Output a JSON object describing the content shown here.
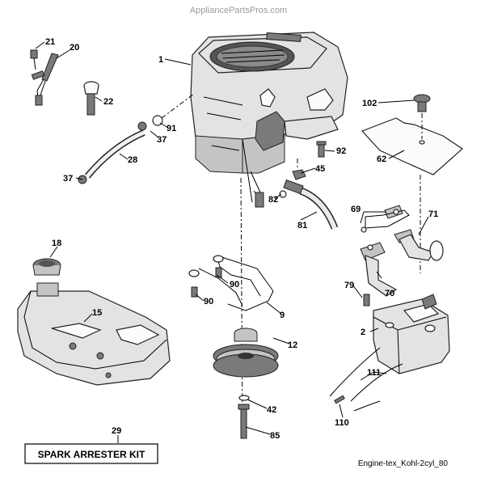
{
  "watermark": "AppliancePartsPros.com",
  "caption": "Engine-tex_Kohl-2cyl_80",
  "kit_box_label": "SPARK ARRESTER KIT",
  "part_labels": {
    "p1": "1",
    "p2": "2",
    "p9": "9",
    "p12": "12",
    "p15": "15",
    "p18": "18",
    "p20": "20",
    "p21": "21",
    "p22": "22",
    "p28": "28",
    "p29": "29",
    "p37a": "37",
    "p37b": "37",
    "p42": "42",
    "p45": "45",
    "p62": "62",
    "p69": "69",
    "p70": "70",
    "p71": "71",
    "p79": "79",
    "p81": "81",
    "p82": "82",
    "p85": "85",
    "p90a": "90",
    "p90b": "90",
    "p91": "91",
    "p92": "92",
    "p102": "102",
    "p110": "110",
    "p111": "111"
  }
}
